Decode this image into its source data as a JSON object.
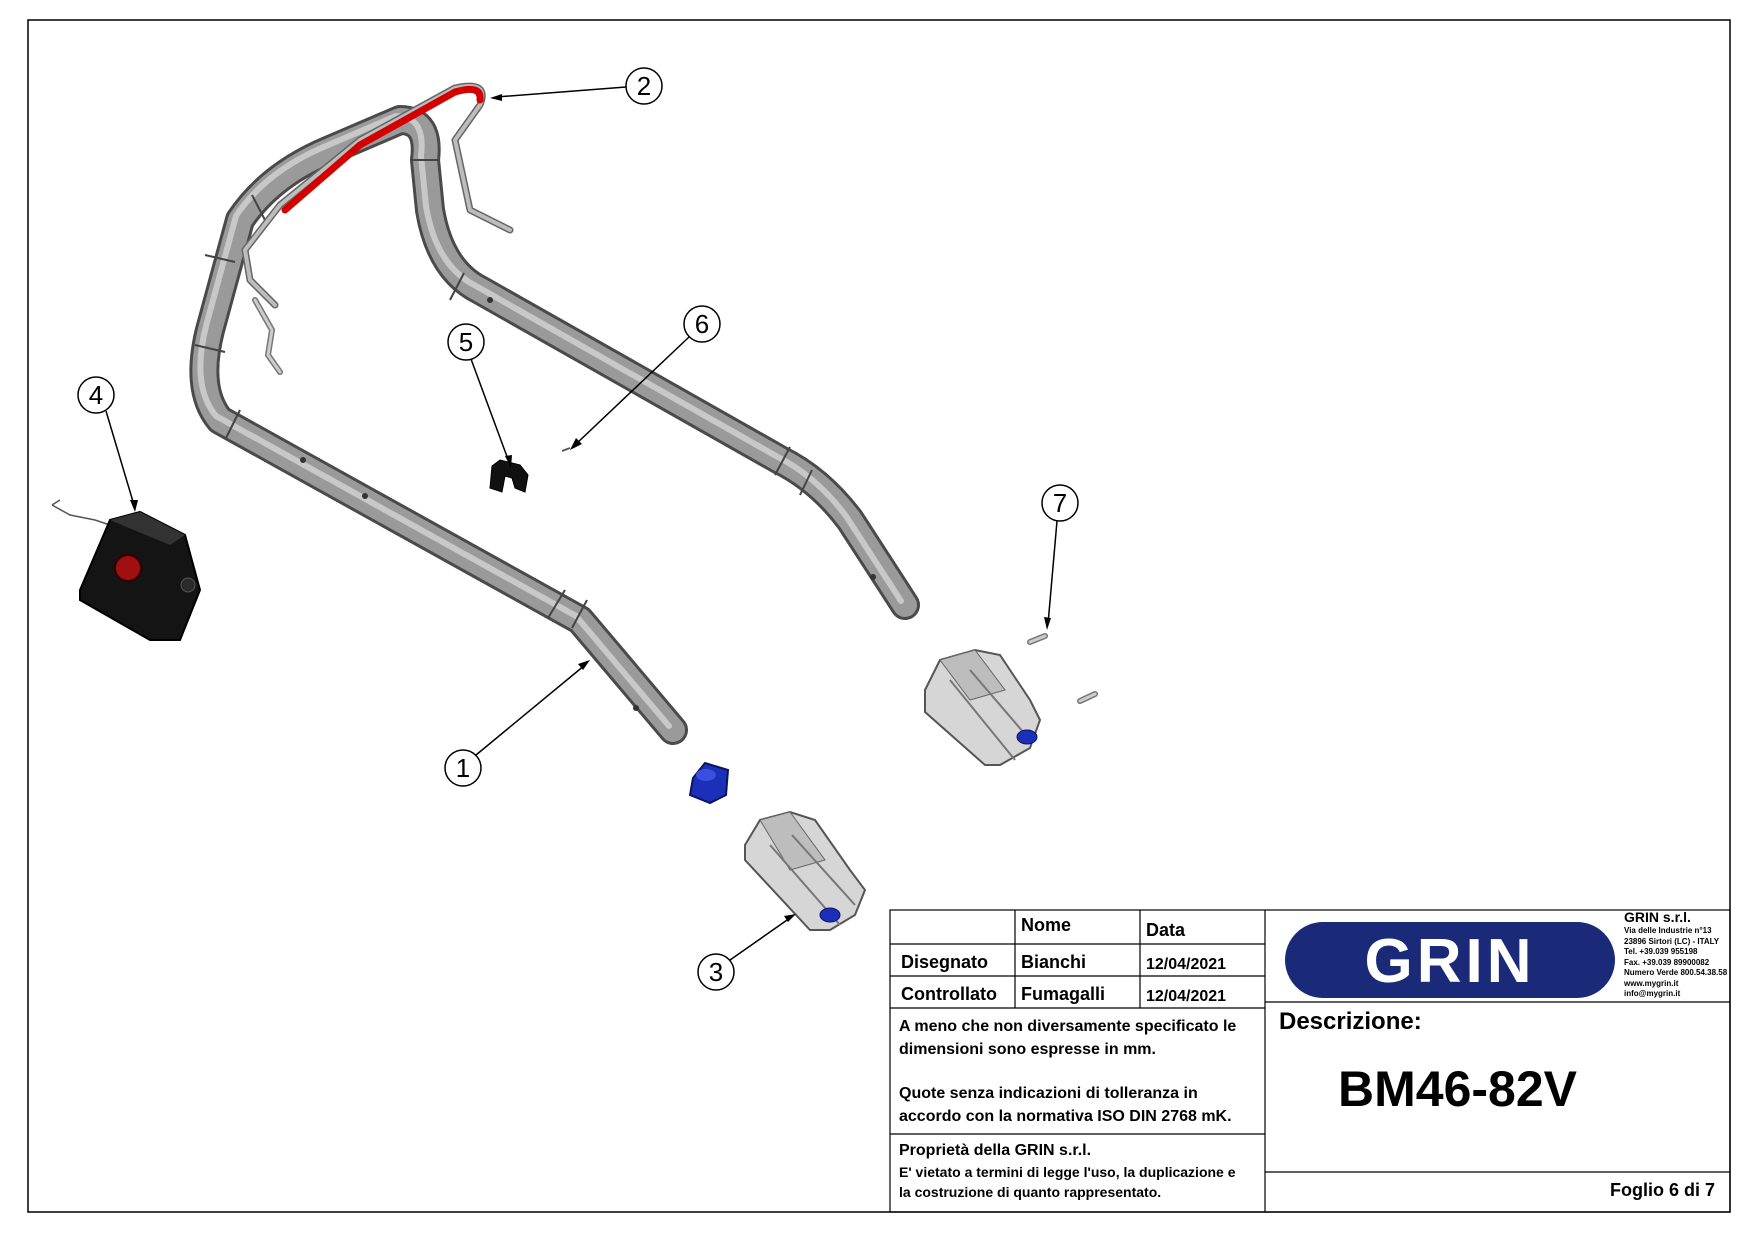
{
  "balloons": [
    "1",
    "2",
    "3",
    "4",
    "5",
    "6",
    "7"
  ],
  "title_block": {
    "header_nome": "Nome",
    "header_data": "Data",
    "disegnato_label": "Disegnato",
    "disegnato_name": "Bianchi",
    "disegnato_date": "12/04/2021",
    "controllato_label": "Controllato",
    "controllato_name": "Fumagalli",
    "controllato_date": "12/04/2021",
    "notes": [
      "A meno che non diversamente specificato le",
      "dimensioni sono espresse in mm.",
      "Quote senza indicazioni di tolleranza in",
      "accordo con la normativa ISO DIN 2768 mK."
    ],
    "property_title": "Proprietà della GRIN s.r.l.",
    "property_lines": [
      "E' vietato a termini di legge l'uso, la duplicazione e",
      "la costruzione di quanto rappresentato."
    ],
    "company_name": "GRIN s.r.l.",
    "company_info": [
      "Via delle Industrie n°13",
      "23896 Sirtori (LC) - ITALY",
      "Tel. +39.039 955198",
      "Fax. +39.039 89900082",
      "Numero Verde 800.54.38.58",
      "www.mygrin.it",
      "info@mygrin.it"
    ],
    "logo_text": "GRIN",
    "descrizione_label": "Descrizione:",
    "code": "BM46-82V",
    "sheet_label": "Foglio 6 di 7"
  },
  "colors": {
    "frame": "#000000",
    "tube": "#8a8a8a",
    "cable": "#d40000",
    "bushing": "#1c2fb8",
    "logo_bg": "#1a2a78",
    "body_dark": "#111111"
  }
}
